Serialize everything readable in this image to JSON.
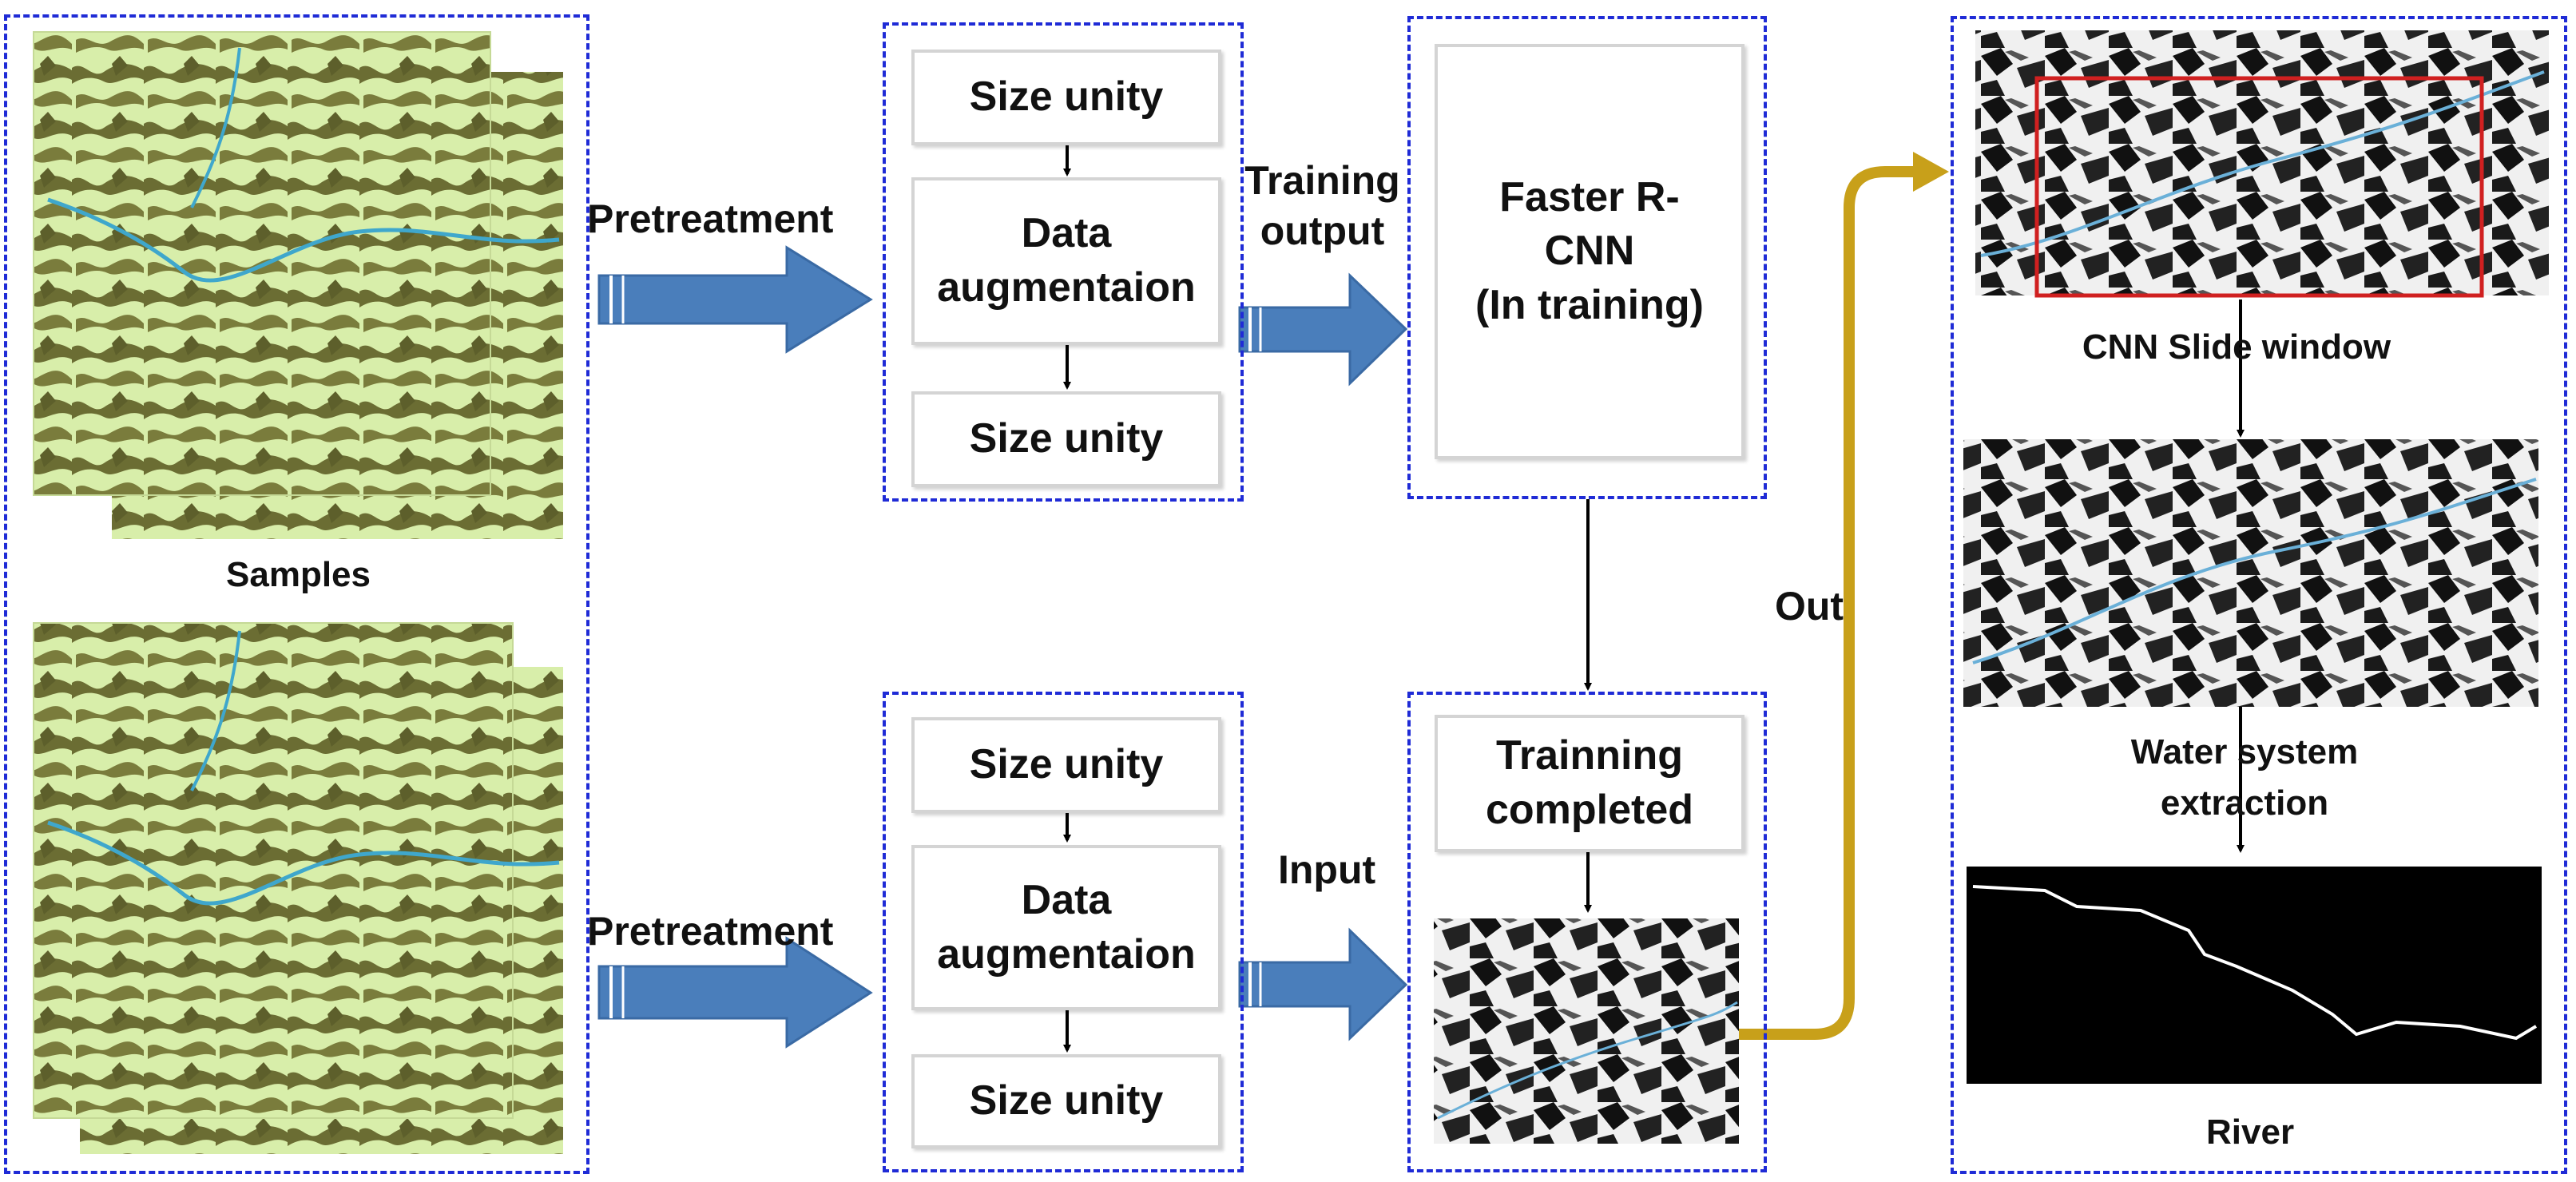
{
  "labels": {
    "pretreatment_top": "Pretreatment",
    "pretreatment_bottom": "Pretreatment",
    "samples": "Samples",
    "training_output": [
      "Training",
      "output"
    ],
    "input": "Input",
    "out": "Out",
    "cnn_slide_window": "CNN Slide window",
    "water_system_extraction": [
      "Water system",
      "extraction"
    ],
    "river": "River"
  },
  "top_pipeline": {
    "steps": [
      "Size unity",
      [
        "Data",
        "augmentaion"
      ],
      "Size unity"
    ]
  },
  "bottom_pipeline": {
    "steps": [
      "Size unity",
      [
        "Data",
        "augmentaion"
      ],
      "Size unity"
    ]
  },
  "model": {
    "training": [
      "Faster R-",
      "CNN",
      "(In training)"
    ],
    "completed": [
      "Trainning",
      "completed"
    ]
  },
  "colors": {
    "dashed_border": "#1f2bd6",
    "block_arrow": "#4a7ebb",
    "output_arrow": "#c8a01a",
    "sample_terrain_light": "#d8eeaa",
    "sample_terrain_dark": "#6b6d33",
    "slide_window": "#d02020",
    "river_line": "#ffffff"
  }
}
